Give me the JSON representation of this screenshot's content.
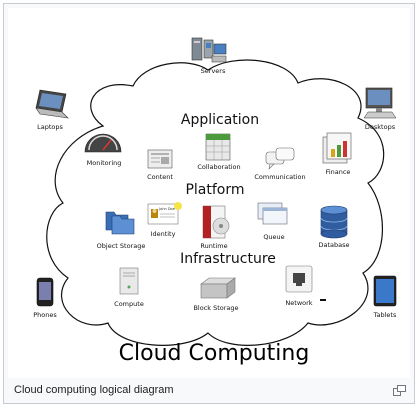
{
  "diagram": {
    "title": "Cloud Computing",
    "layers": {
      "application": "Application",
      "platform": "Platform",
      "infrastructure": "Infrastructure"
    },
    "outside_devices": {
      "servers": "Servers",
      "laptops": "Laptops",
      "desktops": "Desktops",
      "phones": "Phones",
      "tablets": "Tablets"
    },
    "application_items": {
      "monitoring": "Monitoring",
      "content": "Content",
      "collaboration": "Collaboration",
      "communication": "Communication",
      "finance": "Finance"
    },
    "platform_items": {
      "object_storage": "Object Storage",
      "identity": "Identity",
      "runtime": "Runtime",
      "queue": "Queue",
      "database": "Database"
    },
    "infrastructure_items": {
      "compute": "Compute",
      "block_storage": "Block Storage",
      "network": "Network"
    },
    "identity_card_text": "John Doe"
  },
  "caption": {
    "text": "Cloud computing logical diagram",
    "enlarge_icon": "enlarge-icon"
  }
}
